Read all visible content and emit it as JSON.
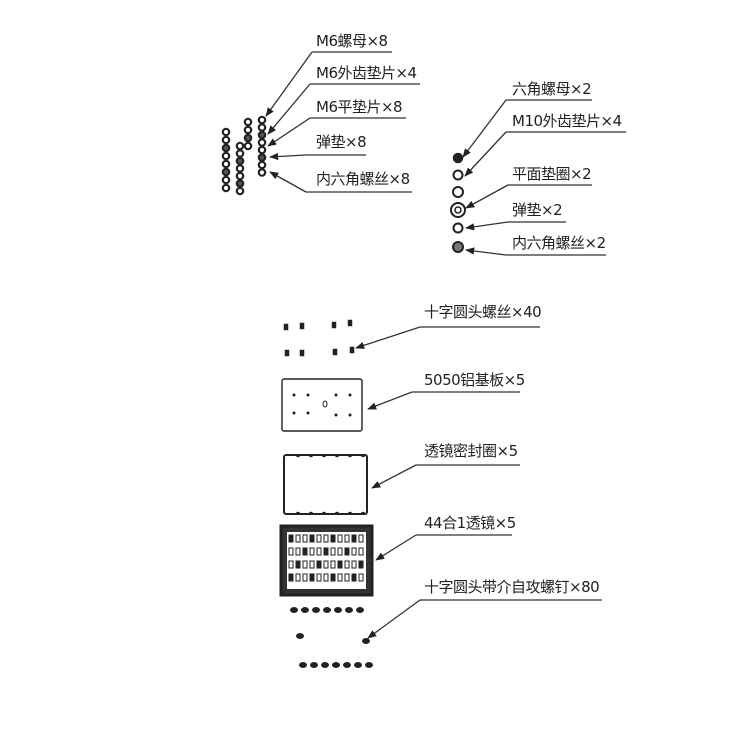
{
  "groups": {
    "m6": {
      "labels": [
        "M6螺母×8",
        "M6外齿垫片×4",
        "M6平垫片×8",
        "弹垫×8",
        "内六角螺丝×8"
      ]
    },
    "m10": {
      "labels": [
        "六角螺母×2",
        "M10外齿垫片×4",
        "平面垫圈×2",
        "弹垫×2",
        "内六角螺丝×2"
      ]
    },
    "module": {
      "labels": [
        "十字圆头螺丝×40",
        "5050铝基板×5",
        "透镜密封圈×5",
        "44合1透镜×5",
        "十字圆头带介自攻螺钉×80"
      ]
    }
  },
  "colors": {
    "ink": "#222222",
    "background": "#ffffff"
  }
}
